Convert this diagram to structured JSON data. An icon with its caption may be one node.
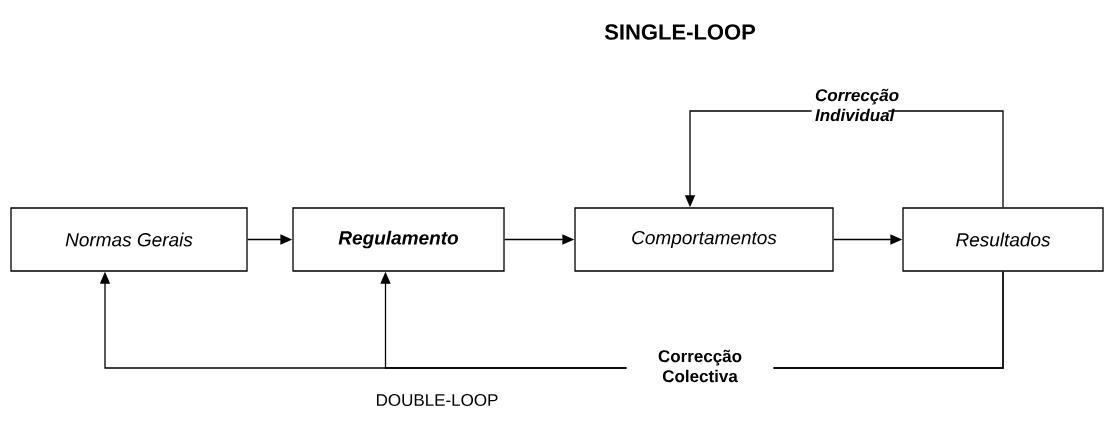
{
  "diagram": {
    "nodes": [
      {
        "text": [
          "Normas Gerais"
        ]
      },
      {
        "text": [
          "Regulamento"
        ]
      },
      {
        "text": [
          "Comportamentos"
        ]
      },
      {
        "text": [
          "Resultados"
        ]
      }
    ],
    "edges": [
      {
        "from": 0,
        "to": 1,
        "arrow": "to"
      },
      {
        "from": 1,
        "to": 2,
        "arrow": "to"
      },
      {
        "from": 2,
        "to": 3,
        "arrow": "to"
      },
      {
        "from": 3,
        "to": 2,
        "arrow": "to",
        "label": "Correcção Individual"
      },
      {
        "from": 3,
        "to": 0,
        "arrow": "to",
        "label": "Correcção Colectiva"
      },
      {
        "from": 3,
        "to": 1,
        "arrow": "to"
      }
    ],
    "labels": [
      "SINGLE-LOOP",
      "DOUBLE-LOOP"
    ]
  }
}
